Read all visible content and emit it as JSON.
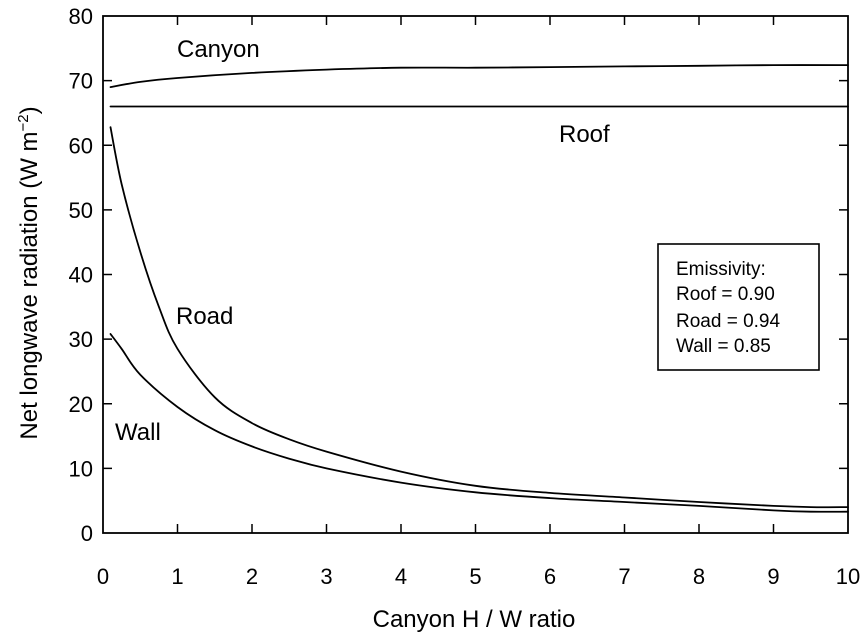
{
  "chart_data": {
    "type": "line",
    "title": "",
    "xlabel": "Canyon H / W ratio",
    "ylabel": "Net longwave radiation (W m",
    "ylabel_sup": "−2",
    "ylabel_end": ")",
    "xlim": [
      0,
      10
    ],
    "ylim": [
      0,
      80
    ],
    "xticks": [
      "0",
      "1",
      "2",
      "3",
      "4",
      "5",
      "6",
      "7",
      "8",
      "9",
      "10"
    ],
    "yticks": [
      "0",
      "10",
      "20",
      "30",
      "40",
      "50",
      "60",
      "70",
      "80"
    ],
    "grid": false,
    "legend": {
      "placement": "right",
      "lines": [
        "Emissivity:",
        "Roof = 0.90",
        "Road = 0.94",
        "Wall = 0.85"
      ]
    },
    "series": [
      {
        "name": "Canyon",
        "x": [
          0.1,
          0.5,
          1,
          2,
          3,
          4,
          5,
          6,
          7,
          8,
          9,
          10
        ],
        "y": [
          69.0,
          69.8,
          70.4,
          71.2,
          71.7,
          72.0,
          72.0,
          72.1,
          72.2,
          72.3,
          72.4,
          72.4
        ]
      },
      {
        "name": "Roof",
        "x": [
          0.1,
          10
        ],
        "y": [
          66.0,
          66.0
        ]
      },
      {
        "name": "Road",
        "x": [
          0.1,
          0.25,
          0.5,
          0.75,
          1,
          1.5,
          2,
          2.5,
          3,
          4,
          5,
          6,
          7,
          8,
          9,
          9.5,
          10
        ],
        "y": [
          62.8,
          54.0,
          43.5,
          35.0,
          28.5,
          21.0,
          17.0,
          14.5,
          12.6,
          9.5,
          7.3,
          6.2,
          5.5,
          4.8,
          4.2,
          4.0,
          4.0
        ]
      },
      {
        "name": "Wall",
        "x": [
          0.1,
          0.25,
          0.5,
          1,
          1.5,
          2,
          2.5,
          3,
          4,
          5,
          6,
          7,
          8,
          9,
          9.5,
          10
        ],
        "y": [
          30.8,
          28.5,
          24.5,
          19.5,
          15.9,
          13.4,
          11.5,
          10.0,
          7.8,
          6.3,
          5.4,
          4.8,
          4.2,
          3.5,
          3.3,
          3.3
        ]
      }
    ]
  }
}
